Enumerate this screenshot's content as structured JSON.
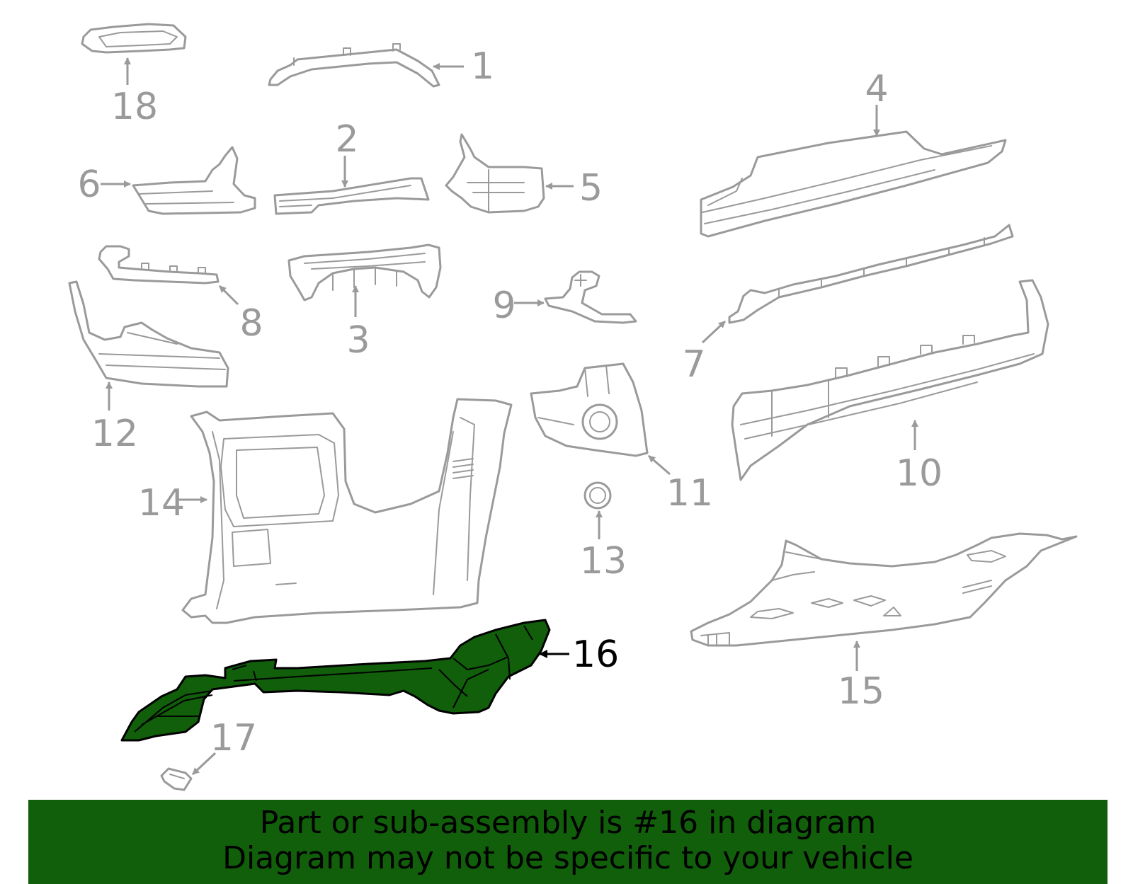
{
  "diagram": {
    "callouts": {
      "c1": "1",
      "c2": "2",
      "c3": "3",
      "c4": "4",
      "c5": "5",
      "c6": "6",
      "c7": "7",
      "c8": "8",
      "c9": "9",
      "c10": "10",
      "c11": "11",
      "c12": "12",
      "c13": "13",
      "c14": "14",
      "c15": "15",
      "c16": "16",
      "c17": "17",
      "c18": "18"
    },
    "highlighted_part": "16",
    "colors": {
      "highlight_fill": "#115e0b",
      "part_stroke": "#9a9a9a",
      "banner_background": "#115e0b"
    }
  },
  "banner": {
    "line1": "Part or sub-assembly is #16 in diagram",
    "line2": "Diagram may not be specific to your vehicle"
  }
}
